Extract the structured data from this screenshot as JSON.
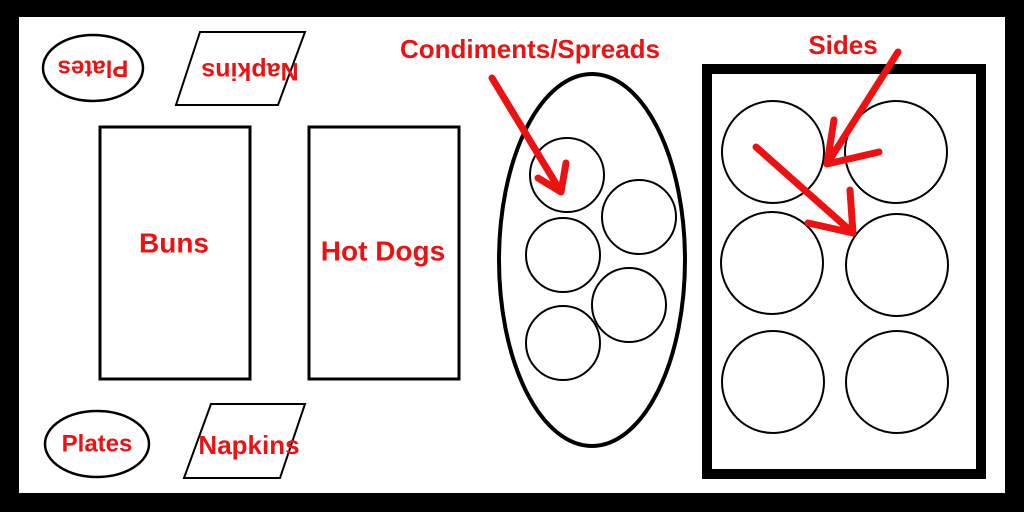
{
  "labels": {
    "plates": "Plates",
    "napkins": "Napkins",
    "buns": "Buns",
    "hot_dogs": "Hot Dogs",
    "condiments": "Condiments/Spreads",
    "sides": "Sides"
  },
  "colors": {
    "label": "#ee1111",
    "outline": "#000000",
    "background": "#ffffff"
  }
}
